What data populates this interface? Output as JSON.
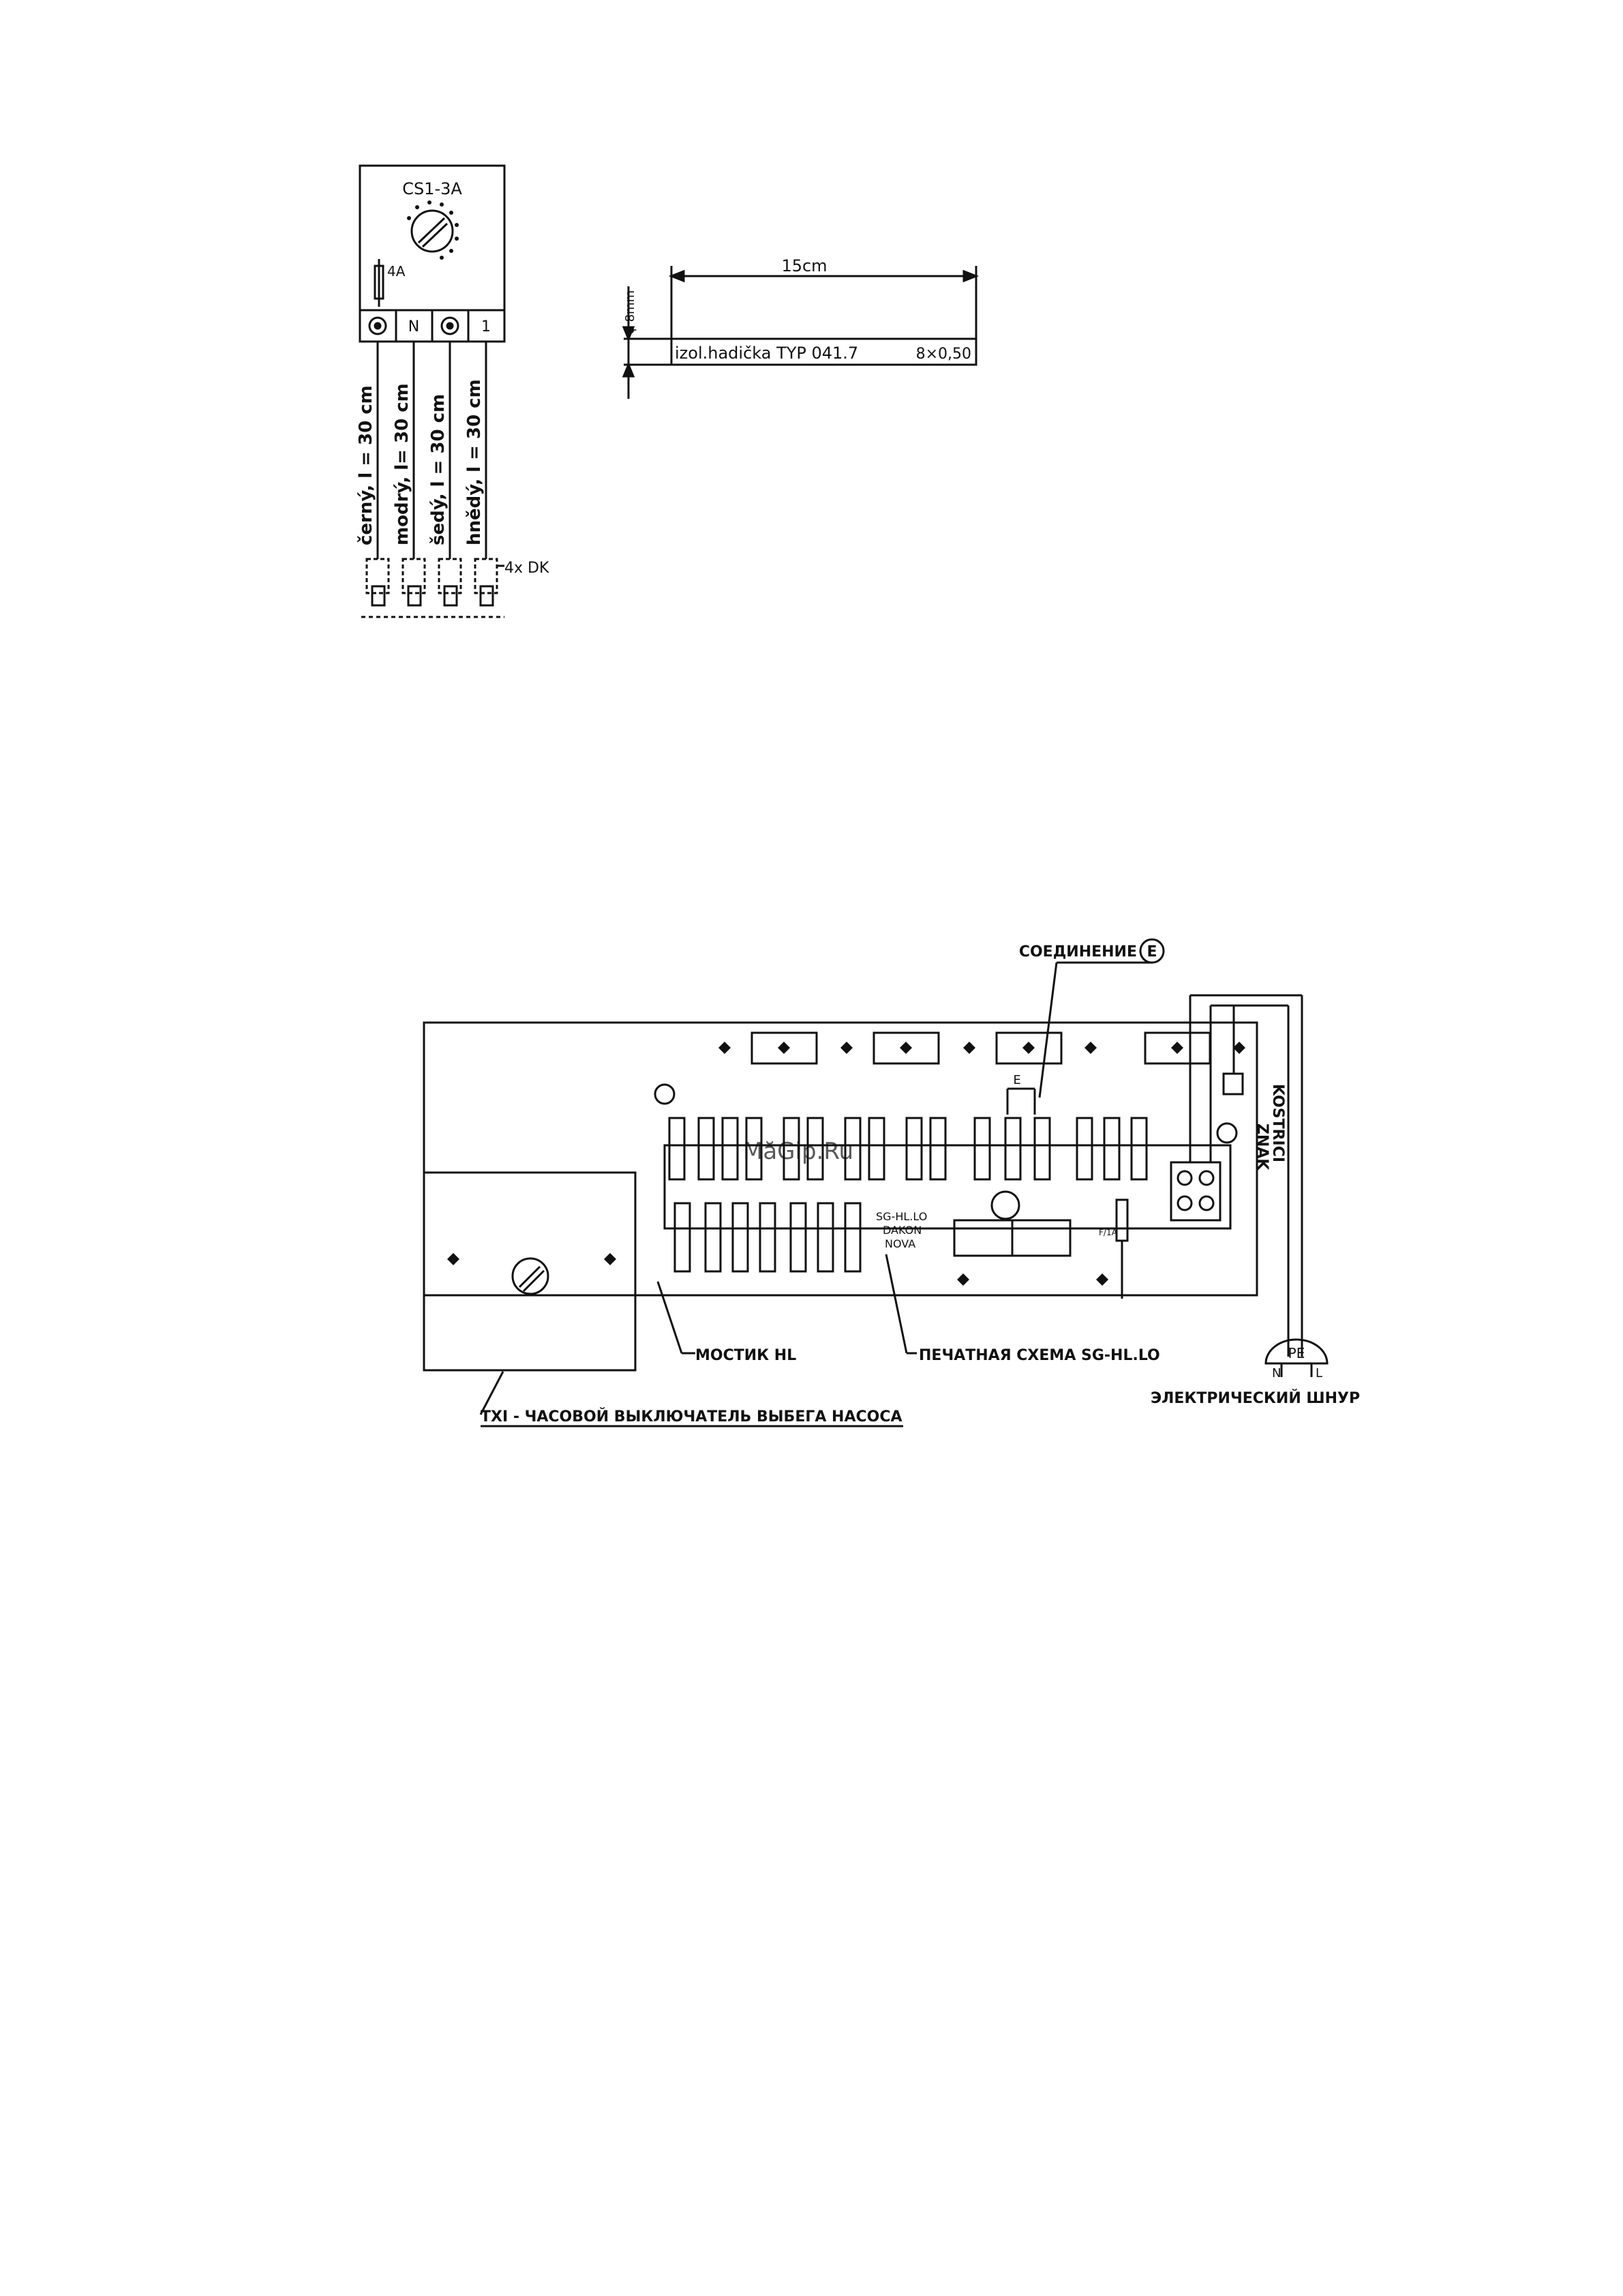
{
  "switch_diagram": {
    "title": "CS1-3A",
    "fuse_label": "4A",
    "terminals": [
      "⏚",
      "N",
      "⏚",
      "1"
    ],
    "wires": [
      "černý, l = 30 cm",
      "modrý, l= 30 cm",
      "šedý, l = 30 cm",
      "hnědý, l = 30 cm"
    ],
    "connector_label": "4x DK"
  },
  "tube_diagram": {
    "length": "15cm",
    "diameter": "φ 8mm",
    "label": "izol.hadička TYP  041.7",
    "spec": "8×0,50"
  },
  "board_diagram": {
    "connection_label": "СОЕДИНЕНИЕ",
    "connection_marker": "E",
    "e_marker": "E",
    "ground_label_1": "KOSTRICI",
    "ground_label_2": "ZNAK",
    "board_text_1": "SG-HL.LO",
    "board_text_2": "DAKON",
    "board_text_3": "NOVA",
    "fuse_text": "F/1A",
    "plug_label": "PE",
    "plug_n": "N",
    "plug_l": "L",
    "bridge_label": "МОСТИК HL",
    "pcb_label": "ПЕЧАТНАЯ СХЕМА SG-HL.LO",
    "cord_label": "ЭЛЕКТРИЧЕСКИЙ ШНУР",
    "timer_label": "TXI - ЧАСОВОЙ ВЫКЛЮЧАТЕЛЬ ВЫБЕГА НАСОСА"
  },
  "watermark": "MӑGip.Ru"
}
